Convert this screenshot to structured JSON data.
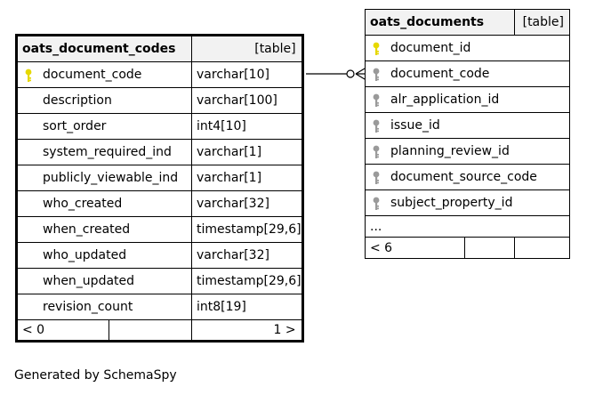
{
  "left_table": {
    "name": "oats_document_codes",
    "kind": "[table]",
    "columns": [
      {
        "name": "document_code",
        "type": "varchar[10]",
        "key": "primary"
      },
      {
        "name": "description",
        "type": "varchar[100]"
      },
      {
        "name": "sort_order",
        "type": "int4[10]"
      },
      {
        "name": "system_required_ind",
        "type": "varchar[1]"
      },
      {
        "name": "publicly_viewable_ind",
        "type": "varchar[1]"
      },
      {
        "name": "who_created",
        "type": "varchar[32]"
      },
      {
        "name": "when_created",
        "type": "timestamp[29,6]"
      },
      {
        "name": "who_updated",
        "type": "varchar[32]"
      },
      {
        "name": "when_updated",
        "type": "timestamp[29,6]"
      },
      {
        "name": "revision_count",
        "type": "int8[19]"
      }
    ],
    "footer": {
      "parents": "< 0",
      "children": "1 >"
    }
  },
  "right_table": {
    "name": "oats_documents",
    "kind": "[table]",
    "columns": [
      {
        "name": "document_id",
        "key": "primary"
      },
      {
        "name": "document_code",
        "key": "foreign"
      },
      {
        "name": "alr_application_id",
        "key": "foreign"
      },
      {
        "name": "issue_id",
        "key": "foreign"
      },
      {
        "name": "planning_review_id",
        "key": "foreign"
      },
      {
        "name": "document_source_code",
        "key": "foreign"
      },
      {
        "name": "subject_property_id",
        "key": "foreign"
      }
    ],
    "ellipsis": "...",
    "footer": {
      "parents": "< 6"
    }
  },
  "caption": "Generated by SchemaSpy",
  "colors": {
    "primary_key": "#e6d800",
    "foreign_key": "#9a9a9a",
    "header_bg": "#f2f2f2"
  }
}
